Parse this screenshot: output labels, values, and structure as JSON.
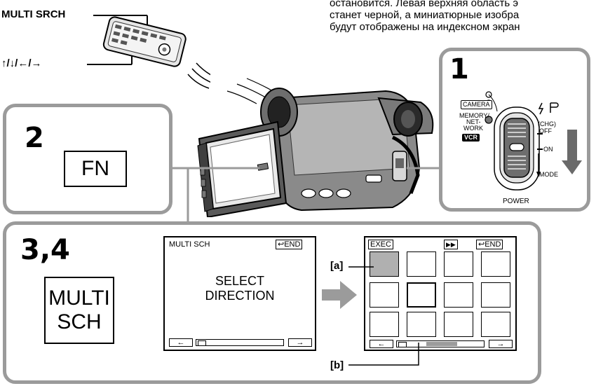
{
  "intro_text": [
    "остановится. Левая верхняя область э",
    "станет черной, а миниатюрные изобра",
    "будут отображены на индексном экран"
  ],
  "remote": {
    "multi_srch_label": "MULTI SRCH",
    "arrows_label": "↑/↓/←/→"
  },
  "step1": {
    "number": "1",
    "camera_label": "CAMERA",
    "memory_label": "MEMORY/",
    "net_label": "NET-",
    "work_label": "WORK",
    "vcr_label": "VCR",
    "chg_label": "(CHG)",
    "off_label": "OFF",
    "on_label": "ON",
    "mode_label": "MODE",
    "power_label": "POWER"
  },
  "step2": {
    "number": "2",
    "button": "FN"
  },
  "step34": {
    "number": "3,4",
    "button_line1": "MULTI",
    "button_line2": "SCH",
    "screen1": {
      "title": "MULTI SCH",
      "end": "↩END",
      "line1": "SELECT",
      "line2": "DIRECTION",
      "left": "←",
      "right": "→"
    },
    "screen2": {
      "exec": "EXEC",
      "ff": "▶▶",
      "end": "↩END",
      "left": "←",
      "right": "→"
    },
    "label_a": "[a]",
    "label_b": "[b]"
  }
}
